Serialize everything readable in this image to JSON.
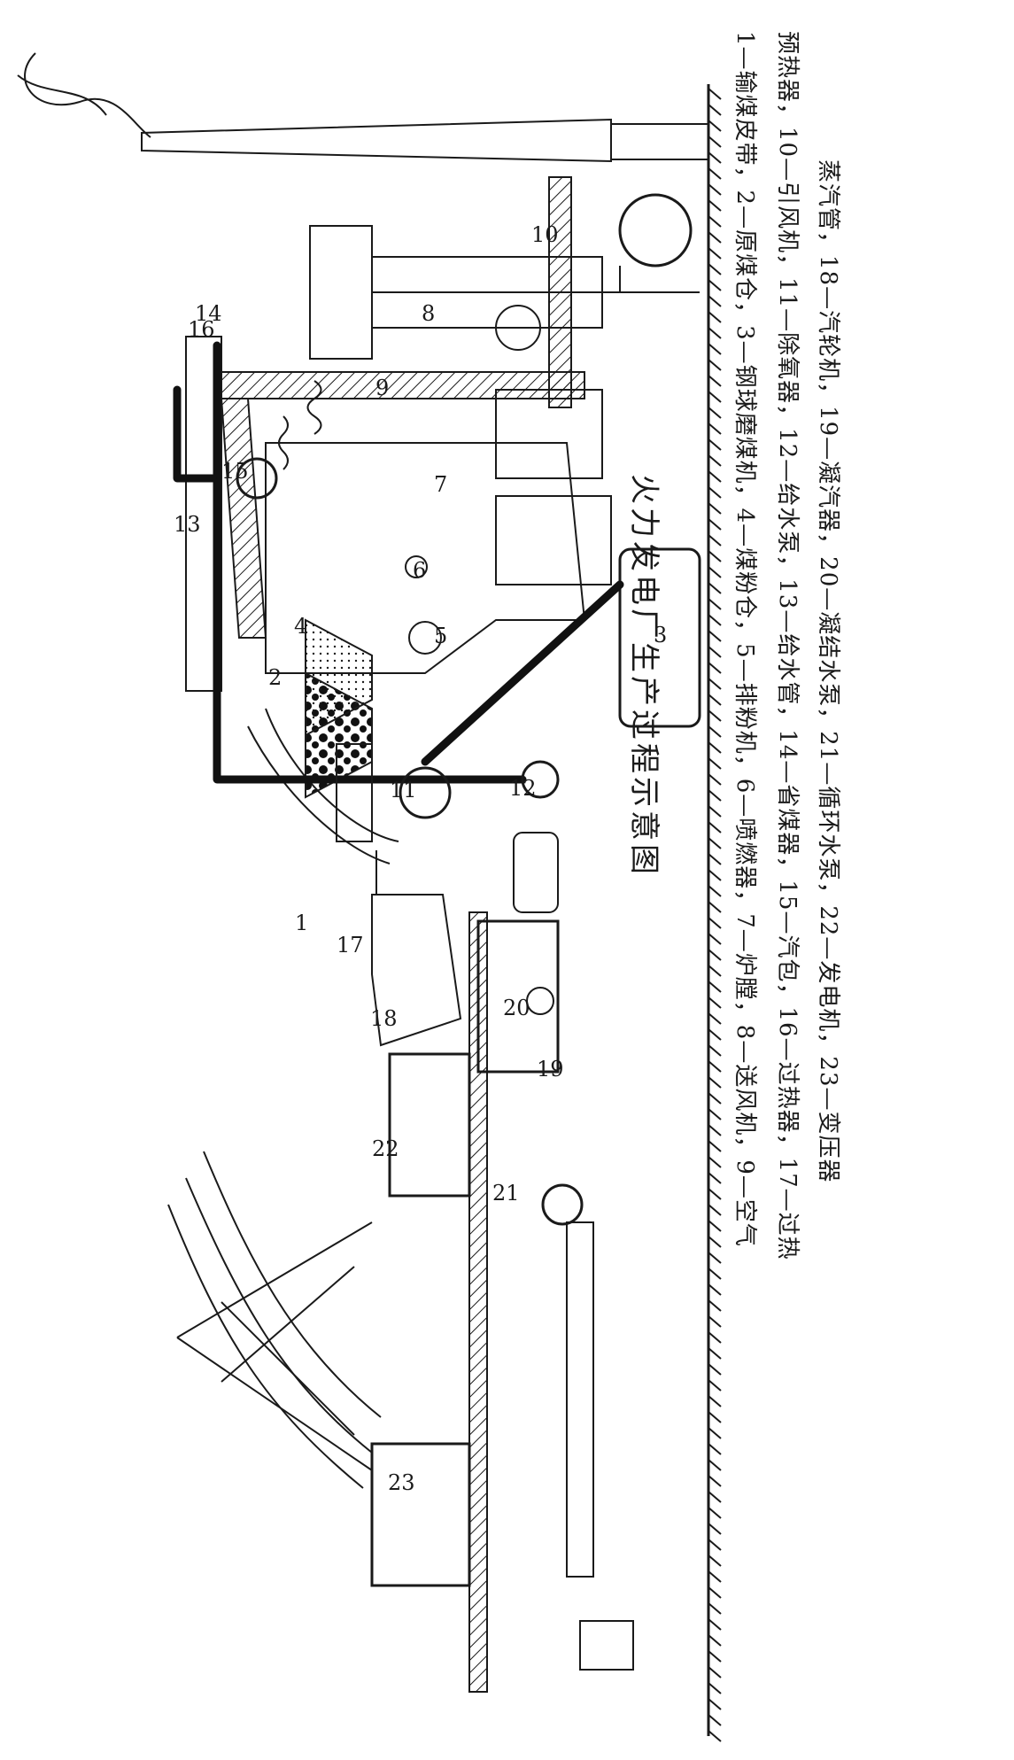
{
  "title": "火力发电厂生产过程示意图",
  "legend_lines": [
    "1—输煤皮带，2—原煤仓，3—钢球磨煤机，4—煤粉仓，5—排粉机，6—喷燃器，7—炉膛，8—送风机，9—空气",
    "预热器，10—引风机，11—除氧器，12—给水泵，13—给水管，14—省煤器，15—汽包，16—过热器，17—过热",
    "蒸汽管，18—汽轮机，19—凝汽器，20—凝结水泵，21—循环水泵，22—发电机，23—变压器"
  ],
  "callouts": {
    "n1": "1",
    "n2": "2",
    "n3": "3",
    "n4": "4",
    "n5": "5",
    "n6": "6",
    "n7": "7",
    "n8": "8",
    "n9": "9",
    "n10": "10",
    "n11": "11",
    "n12": "12",
    "n13": "13",
    "n14": "14",
    "n15": "15",
    "n16": "16",
    "n17": "17",
    "n18": "18",
    "n19": "19",
    "n20": "20",
    "n21": "21",
    "n22": "22",
    "n23": "23"
  }
}
